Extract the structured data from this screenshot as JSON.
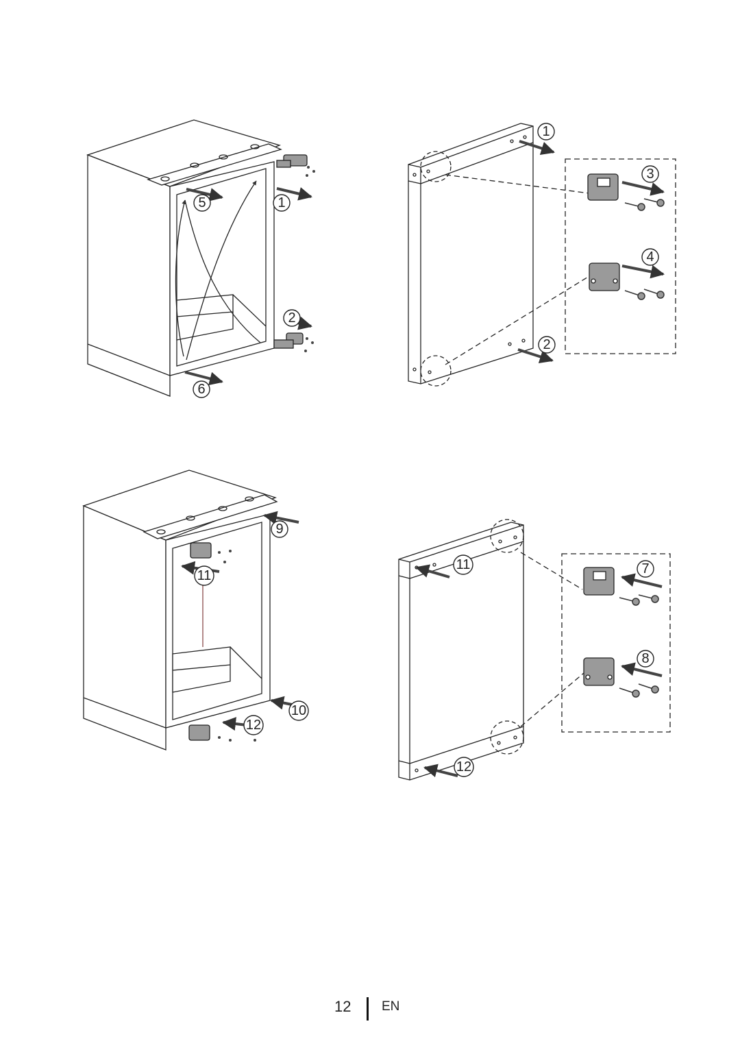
{
  "steps": {
    "upper_cabinet": [
      "5",
      "1",
      "2",
      "6"
    ],
    "upper_door": [
      "1",
      "3",
      "4",
      "2"
    ],
    "lower_cabinet": [
      "9",
      "11",
      "10",
      "12"
    ],
    "lower_door": [
      "11",
      "7",
      "8",
      "12"
    ]
  },
  "footer": {
    "page_number": "12",
    "language": "EN"
  },
  "colors": {
    "line": "#222222",
    "part_fill": "#9a9a9a",
    "panel_fill": "#f4f4f4",
    "arrow": "#444444"
  }
}
